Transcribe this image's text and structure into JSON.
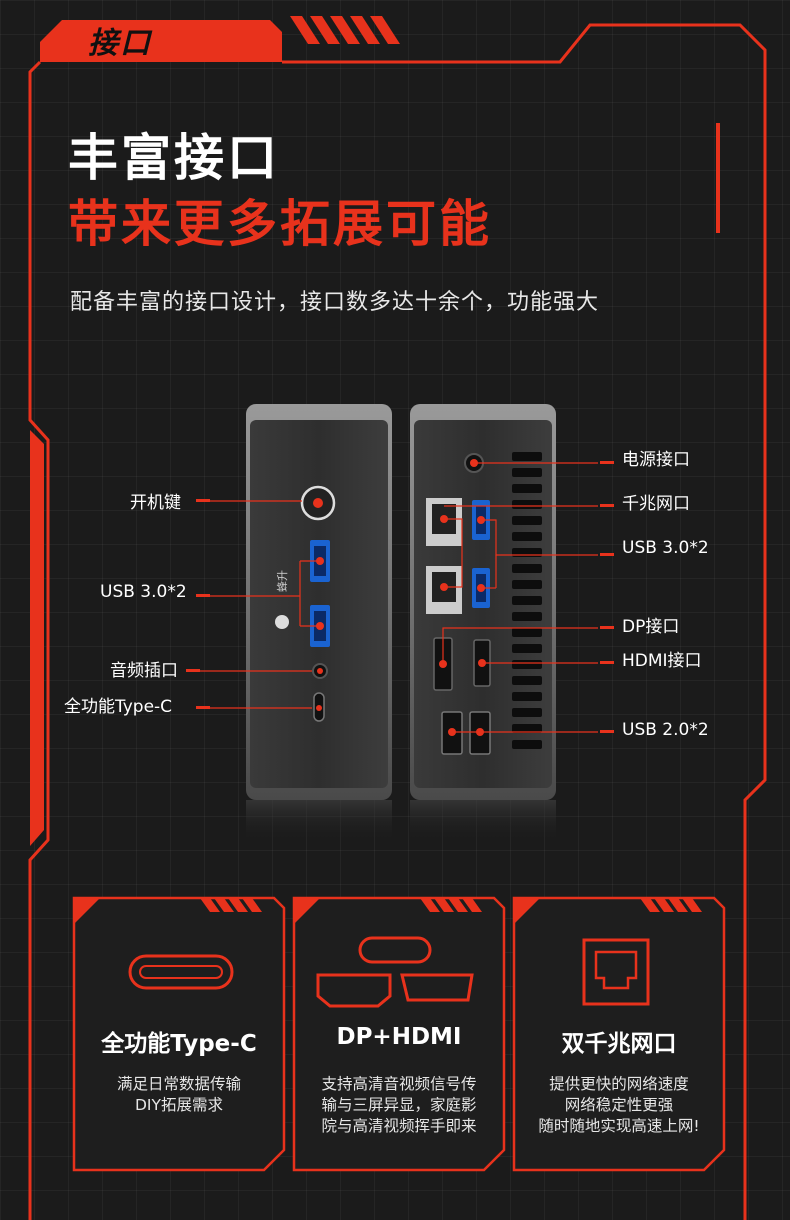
{
  "header": {
    "tab": "接口"
  },
  "hero": {
    "title_line1": "丰富接口",
    "title_line2": "带来更多拓展可能",
    "subtitle": "配备丰富的接口设计，接口数多达十余个，功能强大"
  },
  "device": {
    "brand": "蜂升"
  },
  "left_labels": [
    "开机键",
    "USB 3.0*2",
    "音频插口",
    "全功能Type-C"
  ],
  "right_labels": [
    "电源接口",
    "千兆网口",
    "USB 3.0*2",
    "DP接口",
    "HDMI接口",
    "USB 2.0*2"
  ],
  "features": [
    {
      "title": "全功能Type-C",
      "desc": [
        "满足日常数据传输",
        "DIY拓展需求"
      ]
    },
    {
      "title": "DP+HDMI",
      "desc": [
        "支持高清音视频信号传",
        "输与三屏异显，家庭影",
        "院与高清视频挥手即来"
      ]
    },
    {
      "title": "双千兆网口",
      "desc": [
        "提供更快的网络速度",
        "网络稳定性更强",
        "随时随地实现高速上网!"
      ]
    }
  ],
  "colors": {
    "accent": "#e8321c",
    "background": "#1b1b1b",
    "text": "#ffffff"
  }
}
